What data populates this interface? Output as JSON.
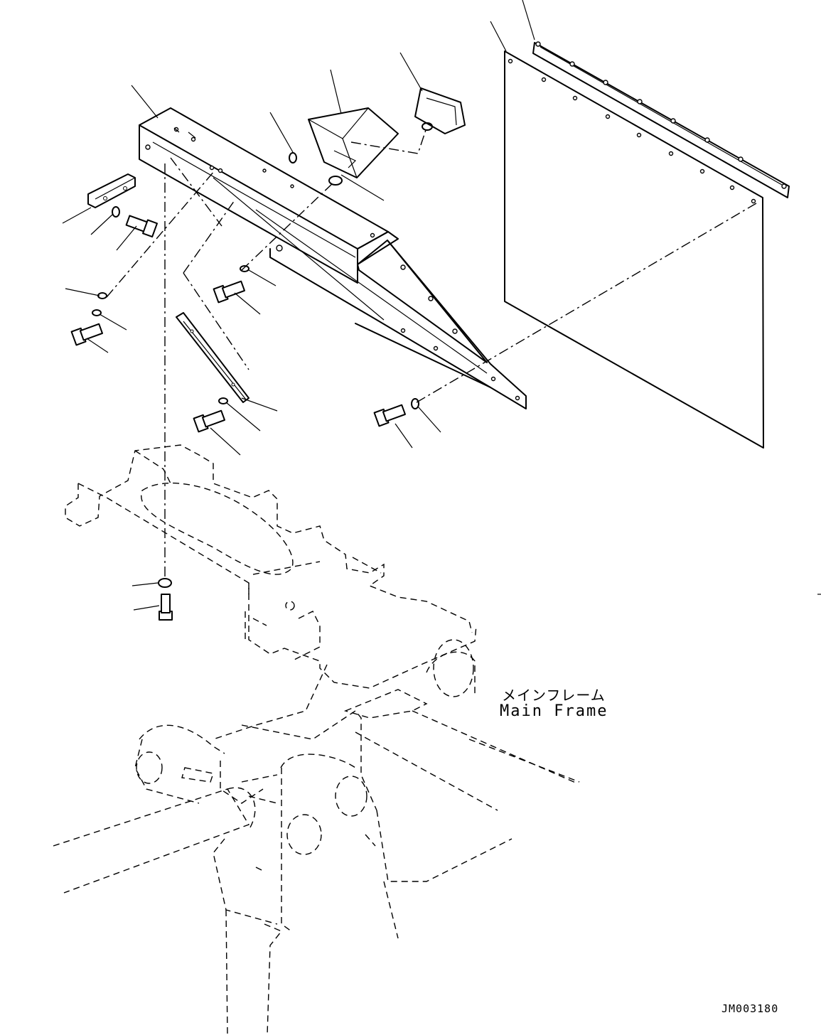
{
  "labels": {
    "main_frame_jp": "メインフレーム",
    "main_frame_en": "Main Frame",
    "drawing_id": "JM003180"
  }
}
